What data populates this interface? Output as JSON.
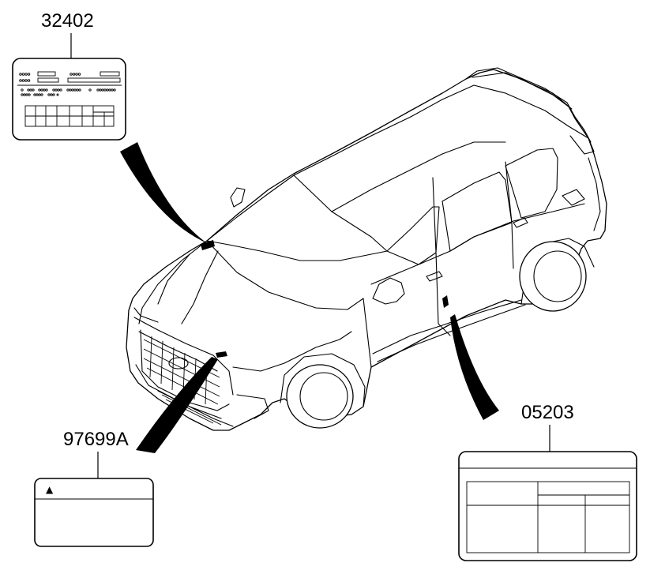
{
  "parts": [
    {
      "id": "label-32402",
      "number": "32402"
    },
    {
      "id": "label-97699A",
      "number": "97699A"
    },
    {
      "id": "label-05203",
      "number": "05203"
    }
  ],
  "warning_symbol": "▲"
}
